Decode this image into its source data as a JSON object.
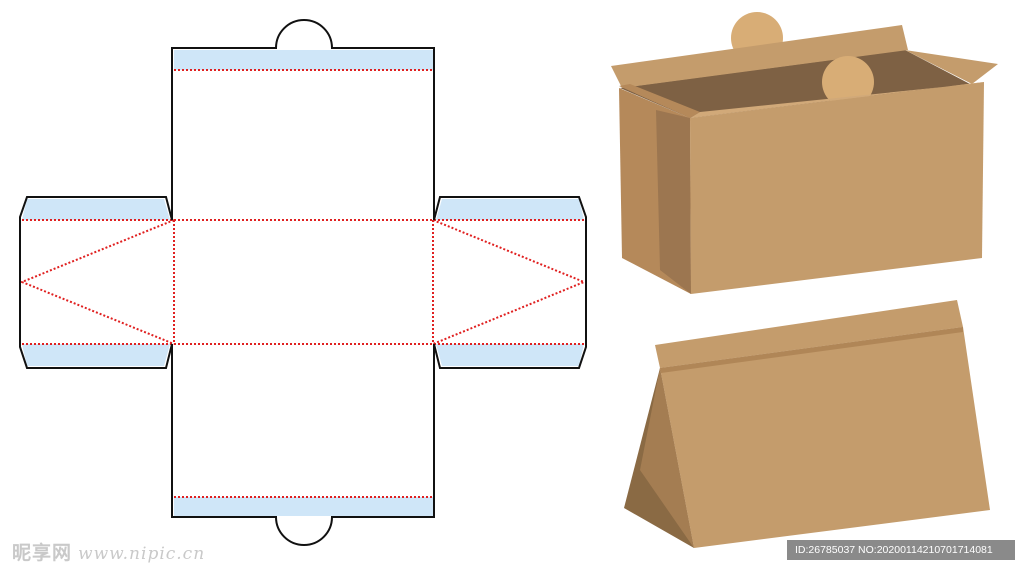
{
  "watermark": {
    "brand": "昵享网",
    "url": "www.nipic.cn"
  },
  "id_badge": {
    "text": "ID:26785037 NO:20200114210701714081"
  },
  "colors": {
    "outline": "#111111",
    "fold_line": "#e02020",
    "glue_strip": "#cfe6f8",
    "kraft_light": "#c49c6c",
    "kraft_mid": "#b5895a",
    "kraft_dark": "#8a6a44",
    "kraft_inner": "#7e6144",
    "tab_circle": "#d8ad76"
  }
}
